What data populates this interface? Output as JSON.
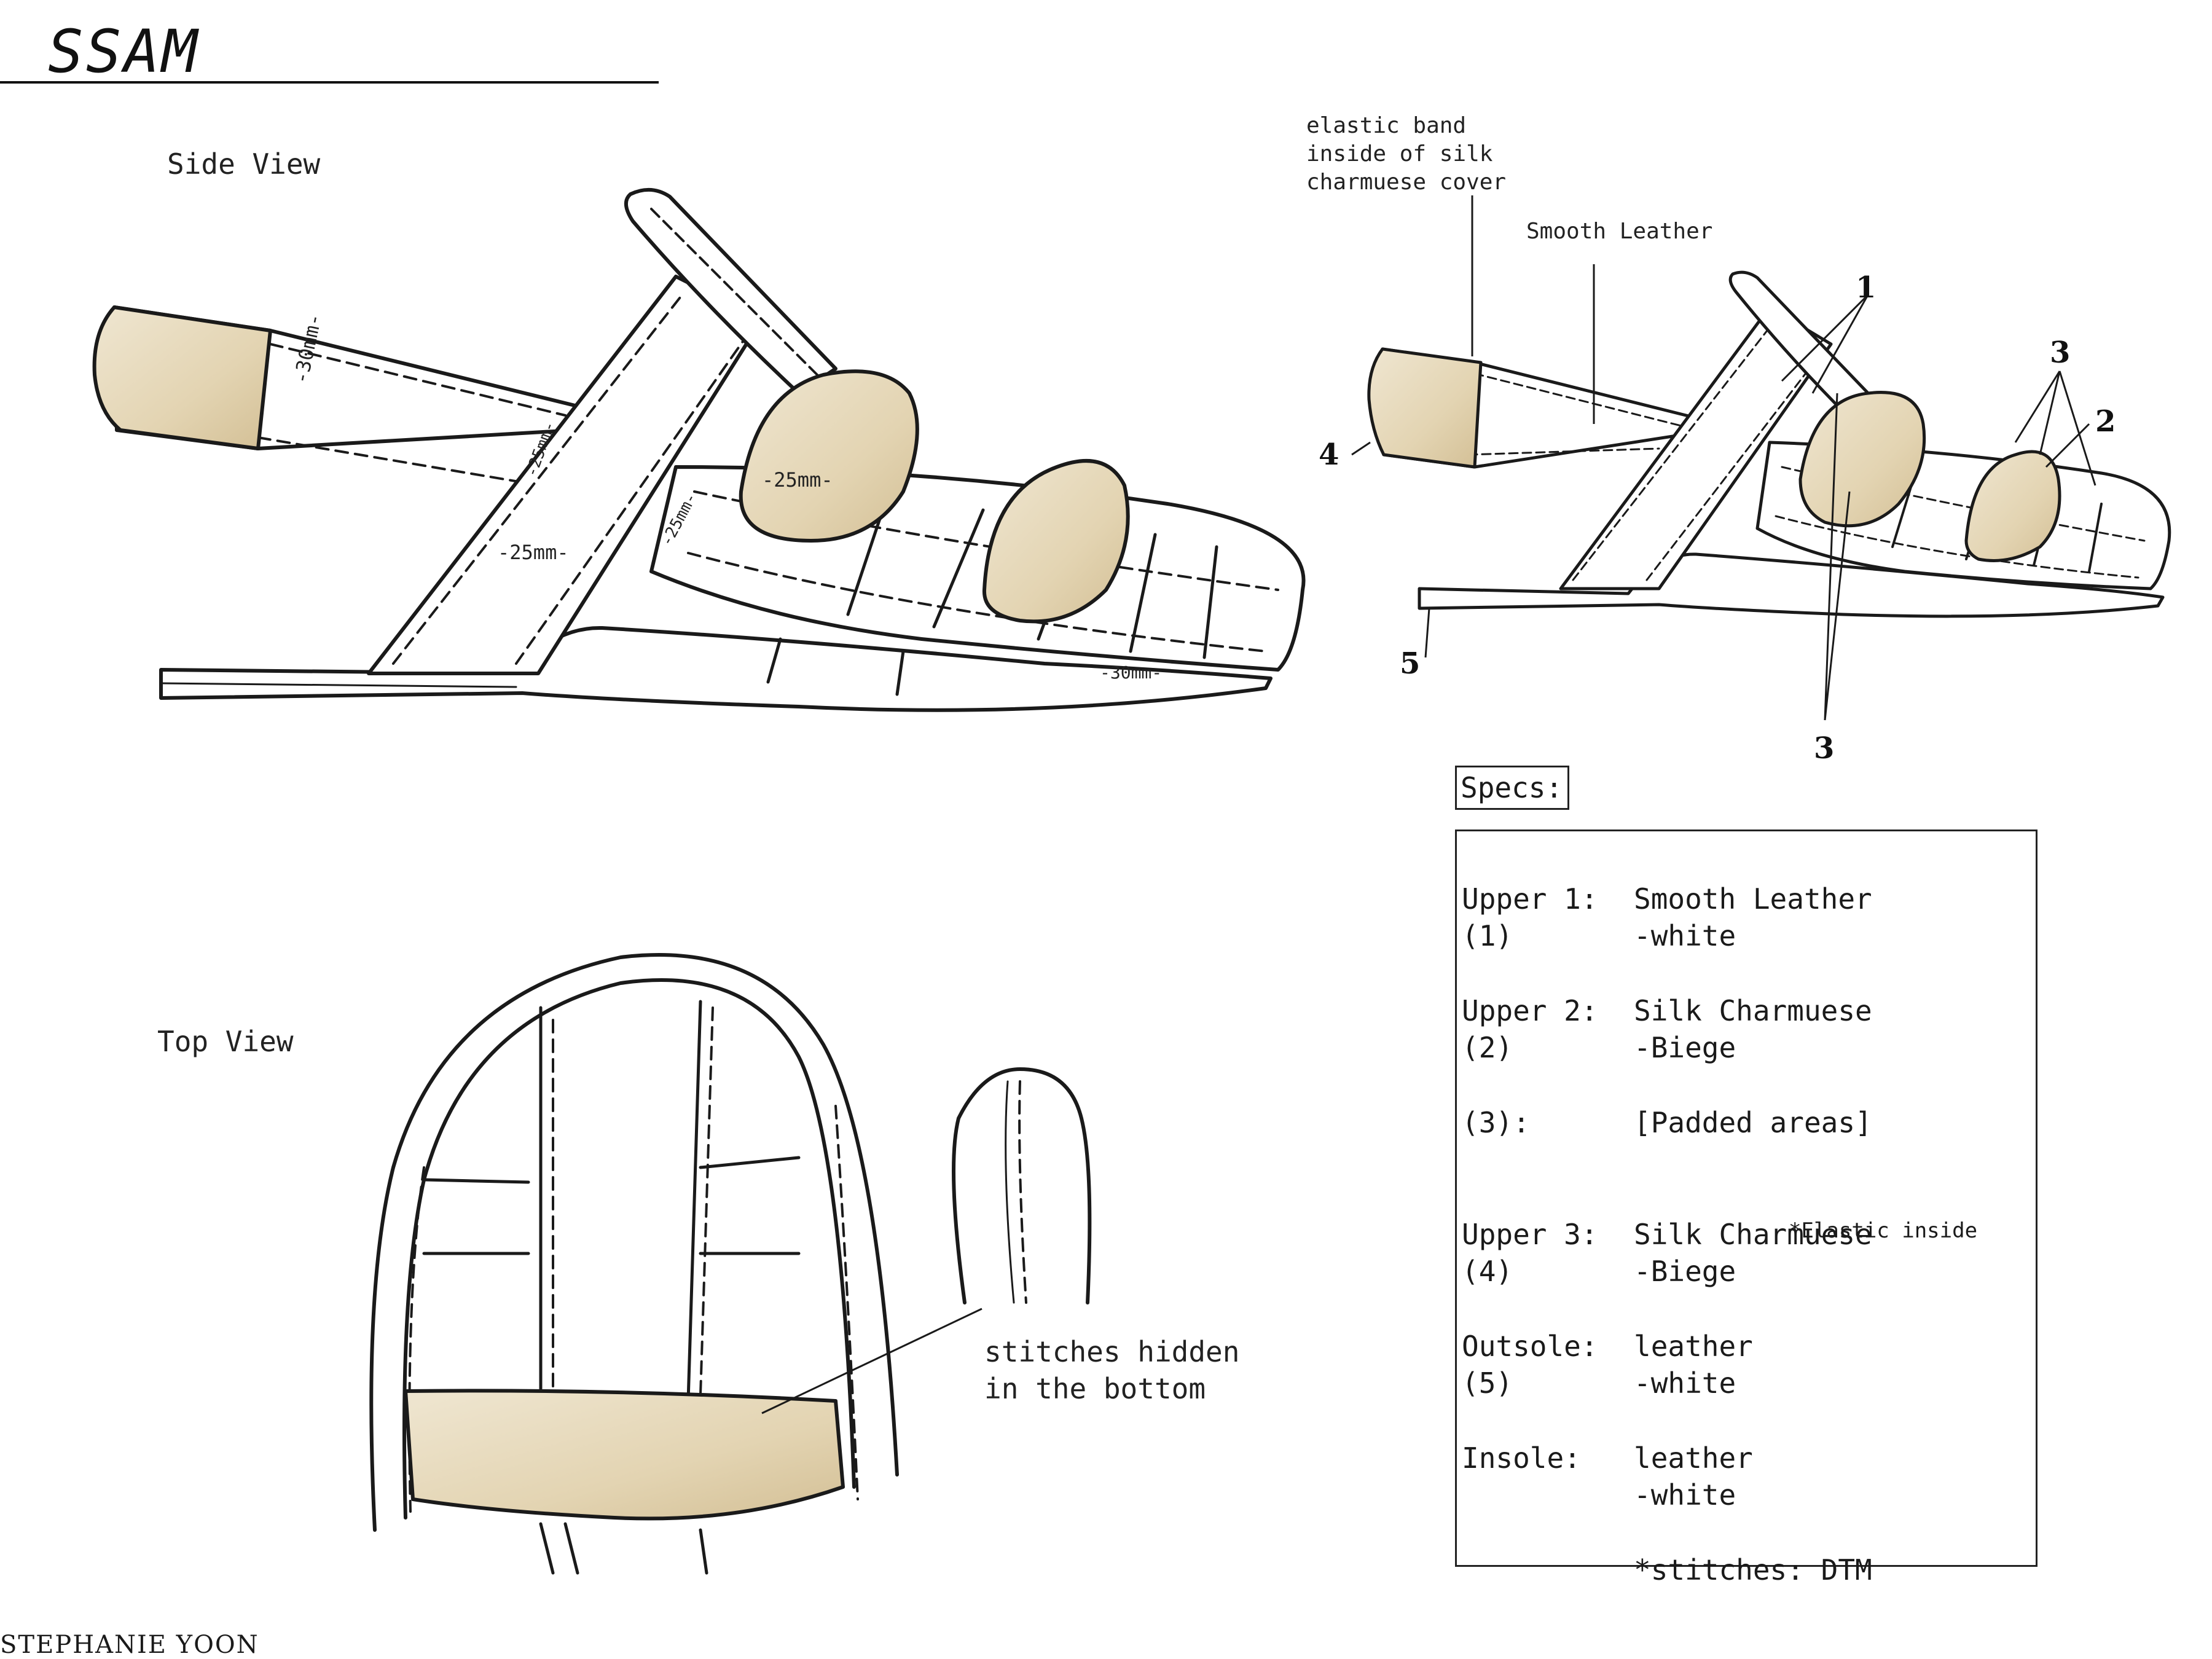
{
  "title": "SSAM",
  "side_view_label": "Side View",
  "top_view_label": "Top View",
  "annotations": {
    "elastic_band": [
      "elastic band",
      "inside of silk",
      "charmuese cover"
    ],
    "smooth_leather": "Smooth Leather",
    "stitches_hidden": [
      "stitches hidden",
      "in the bottom"
    ],
    "dim_30_toe": "-30mm-",
    "dim_25_a": "-25mm-",
    "dim_25_b": "-25mm-",
    "dim_25_c": "-25mm-",
    "dim_25_d": "-25mm-",
    "dim_30_heel": "-30mm-"
  },
  "callouts": {
    "c1": "1",
    "c2": "2",
    "c3_top": "3",
    "c3_bottom": "3",
    "c4": "4",
    "c5": "5"
  },
  "specs": {
    "heading": "Specs:",
    "rows": [
      {
        "key": "Upper 1:",
        "value": "Smooth Leather"
      },
      {
        "key": "(1)",
        "value": "-white"
      },
      {
        "key": "Upper 2:",
        "value": "Silk Charmuese"
      },
      {
        "key": "(2)",
        "value": "-Biege"
      },
      {
        "key": "(3):",
        "value": "[Padded areas]"
      },
      {
        "key": "Upper 3:",
        "value": "Silk Charmuese"
      },
      {
        "key": "(4)",
        "value": "-Biege"
      },
      {
        "key": "Outsole:",
        "value": "leather"
      },
      {
        "key": "(5)",
        "value": "-white"
      },
      {
        "key": "Insole:",
        "value": "leather"
      },
      {
        "key": "",
        "value": "-white"
      },
      {
        "key": "",
        "value": "*stitches: DTM"
      }
    ],
    "elastic_note": "*Elastic inside"
  },
  "designer": "STEPHANIE YOON",
  "colors": {
    "ink": "#1a1a1a",
    "silk_beige": "#e8dcc0",
    "silk_shadow": "#cdbb95",
    "paper": "#ffffff"
  }
}
